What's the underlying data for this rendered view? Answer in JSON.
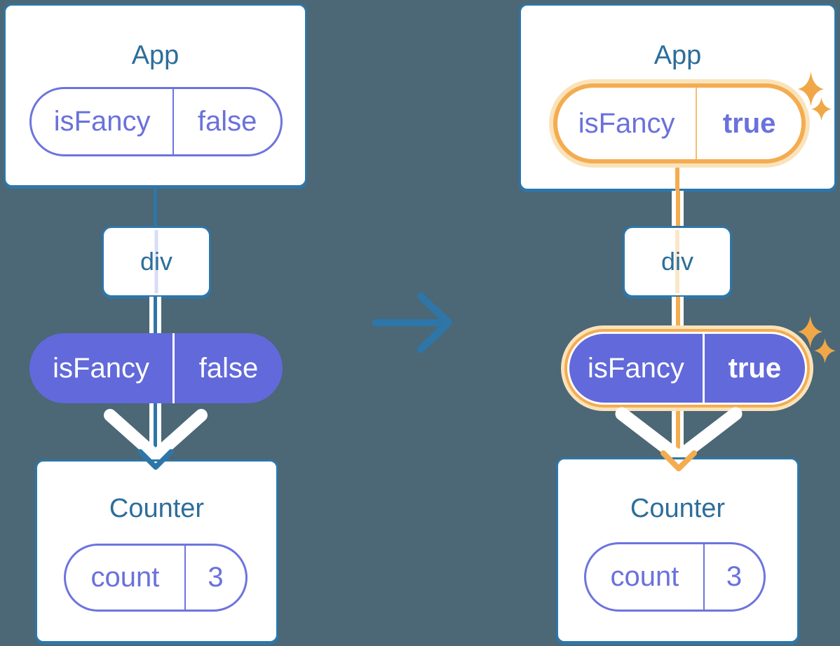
{
  "colors": {
    "background": "#4C6775",
    "card_border": "#2E76A8",
    "title_text": "#2D6E9A",
    "purple_text": "#6A71DC",
    "purple_border": "#6D74DE",
    "purple_fill": "#6269DA",
    "orange": "#F4AC50",
    "orange_halo": "#FAE3BB",
    "orange_divider": "#F3BC72",
    "sparkle": "#F0A747",
    "pale_blue_line": "#D7DEF4",
    "pale_orange_line": "#FAE7C8",
    "arrow_blue": "#2E76A8"
  },
  "before": {
    "app": {
      "title": "App",
      "state_pill": {
        "label": "isFancy",
        "value": "false"
      }
    },
    "div_node": {
      "label": "div"
    },
    "prop_pill": {
      "label": "isFancy",
      "value": "false"
    },
    "counter": {
      "title": "Counter",
      "state_pill": {
        "label": "count",
        "value": "3"
      }
    }
  },
  "after": {
    "app": {
      "title": "App",
      "state_pill": {
        "label": "isFancy",
        "value": "true"
      }
    },
    "div_node": {
      "label": "div"
    },
    "prop_pill": {
      "label": "isFancy",
      "value": "true"
    },
    "counter": {
      "title": "Counter",
      "state_pill": {
        "label": "count",
        "value": "3"
      }
    }
  }
}
